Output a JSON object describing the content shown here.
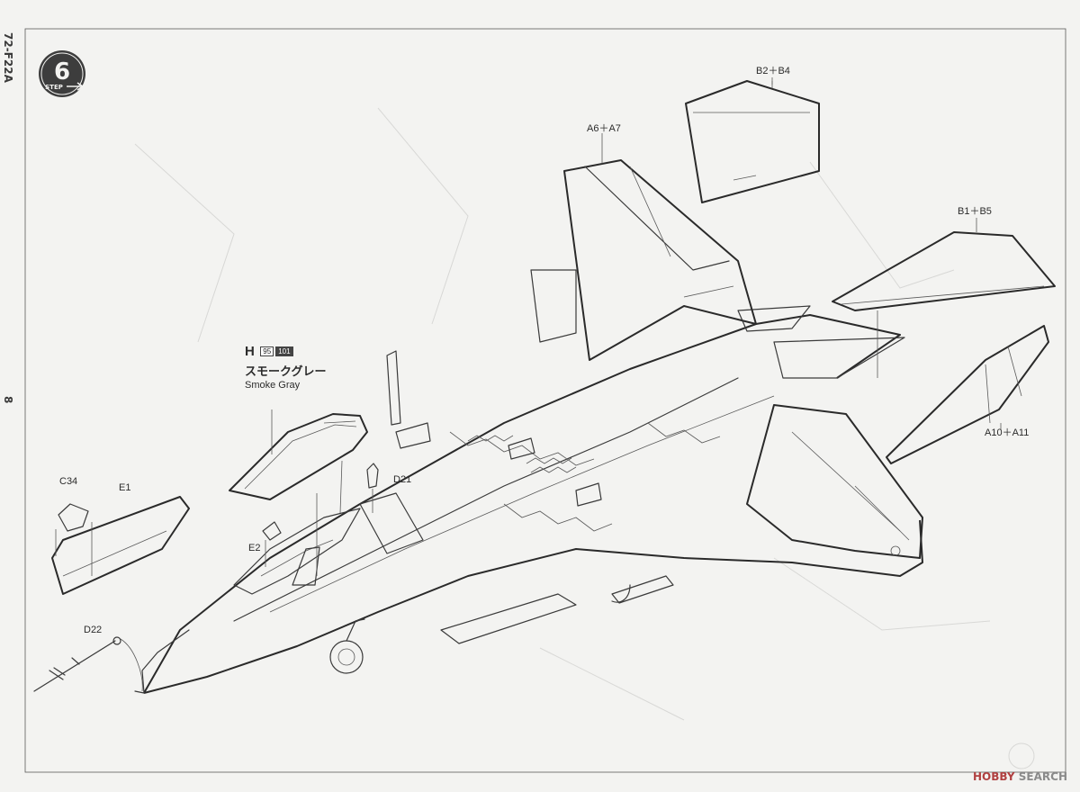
{
  "page_header": {
    "model_code": "72-F22A",
    "page_number": "8"
  },
  "step": {
    "number": "6",
    "label": "STEP"
  },
  "paint_callout": {
    "code": "H",
    "chip_1": "95",
    "chip_2": "101",
    "name_jp": "スモークグレー",
    "name_en": "Smoke Gray"
  },
  "part_labels": {
    "b2_b4": "B2＋B4",
    "a6_a7": "A6＋A7",
    "b1_b5": "B1＋B5",
    "a10_a11": "A10＋A11",
    "c34": "C34",
    "e1": "E1",
    "d21": "D21",
    "e2": "E2",
    "d22": "D22"
  },
  "watermark": {
    "prefix": "HOBBY",
    "suffix": " SEARCH"
  },
  "colors": {
    "paper": "#f3f3f1",
    "line": "#3a3a3a",
    "step_badge": "#3d3d3d"
  }
}
